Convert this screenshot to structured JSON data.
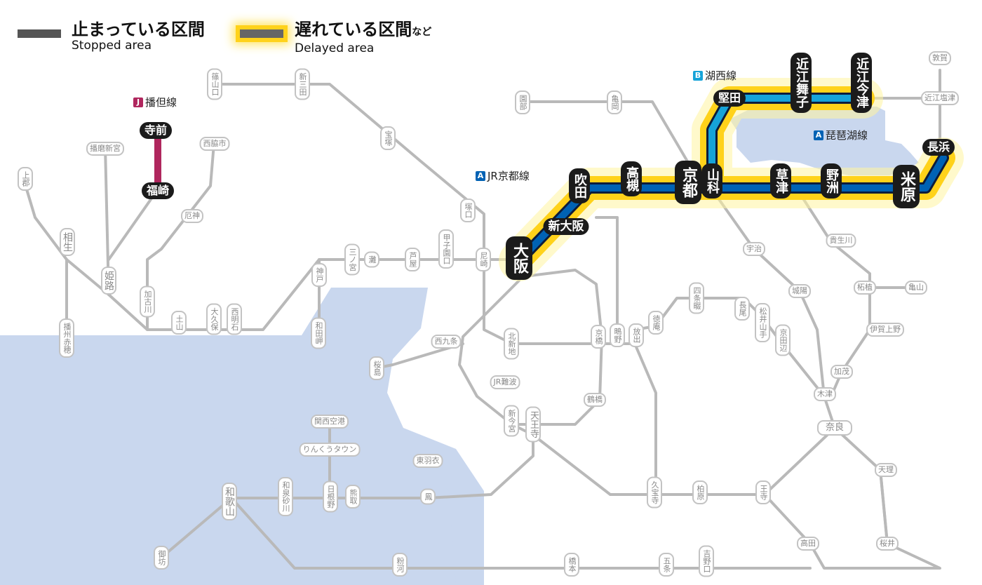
{
  "legend": {
    "stopped_title": "止まっている区間",
    "stopped_sub": "Stopped area",
    "delayed_title": "遅れている区間",
    "delayed_suffix": "など",
    "delayed_sub": "Delayed area"
  },
  "colors": {
    "sea": "#c9d7ee",
    "rail": "#b9b9b9",
    "delay_glow": "#ffd21a",
    "kyoto_line": "#0062b4",
    "kosei_line": "#16a3d8",
    "bantan_line": "#b0275e",
    "stopped_gray": "#555555"
  },
  "line_tags": {
    "kosei": {
      "icon": "B",
      "name": "湖西線"
    },
    "biwako": {
      "icon": "A",
      "name": "琵琶湖線"
    },
    "kyoto": {
      "icon": "A",
      "name": "JR京都線"
    },
    "bantan": {
      "icon": "J",
      "name": "播但線"
    }
  },
  "major_stations": {
    "katata": "堅田",
    "omi_maiko": "近江舞子",
    "omi_imazu": "近江今津",
    "nagahama": "長浜",
    "maibara": "米原",
    "yasu": "野洲",
    "kusatsu": "草津",
    "yamashina": "山科",
    "kyoto": "京都",
    "takatsuki": "高槻",
    "suita": "吹田",
    "shin_osaka": "新大阪",
    "osaka": "大阪",
    "teramae": "寺前",
    "fukusaki": "福崎"
  },
  "stations": {
    "sasayamaguchi": "篠山口",
    "shinsanda": "新三田",
    "sonobe": "園部",
    "kameoka": "亀岡",
    "tsuruga": "敦賀",
    "omi_shiotsu": "近江塩津",
    "harimashinguu": "播磨新宮",
    "nishiwakishi": "西脇市",
    "kamigori": "上郡",
    "aioi": "相生",
    "takarazuka": "宝塚",
    "tsukaguchi": "塚口",
    "yakujin": "厄神",
    "himeji": "姫路",
    "kakogawa": "加古川",
    "amagasaki": "尼崎",
    "koshienguchi": "甲子園口",
    "ashiya": "芦屋",
    "nada": "灘",
    "sannomiya": "三ノ宮",
    "kobe": "神戸",
    "banshuako": "播州赤穂",
    "tsuchiyama": "土山",
    "okubo": "大久保",
    "nishiakashi": "西明石",
    "wadamisaki": "和田岬",
    "uji": "宇治",
    "tsuge": "柘植",
    "kameyama": "亀山",
    "kibukawa": "貴生川",
    "jojo": "城陽",
    "shijonawate": "四条畷",
    "nagao": "長尾",
    "matsuiyamate": "松井山手",
    "kyotanabe": "京田辺",
    "iga_ueno": "伊賀上野",
    "kamo": "加茂",
    "kizu": "木津",
    "nara": "奈良",
    "tenri": "天理",
    "sakurai": "桜井",
    "takada": "高田",
    "oji": "王寺",
    "kashiwara": "柏原",
    "kyuhoji": "久宝寺",
    "gojo": "五条",
    "yoshinoguchi": "吉野口",
    "hashimoto": "橋本",
    "kokawa": "粉河",
    "wakayama": "和歌山",
    "gobo": "御坊",
    "izumisunagawa": "和泉砂川",
    "hineno": "日根野",
    "kumatori": "熊取",
    "otori": "鳳",
    "higashihagoromo": "東羽衣",
    "rinku_town": "りんくうタウン",
    "kansai_airport": "関西空港",
    "tennoji": "天王寺",
    "shin_imamiya": "新今宮",
    "jr_namba": "JR難波",
    "tsuruhashi": "鶴橋",
    "kyobashi": "京橋",
    "shigino": "鴫野",
    "hanaten": "放出",
    "tokuan": "徳庵",
    "kitashinchi": "北新地",
    "nishikujo": "西九条",
    "sakurajima": "桜島"
  }
}
